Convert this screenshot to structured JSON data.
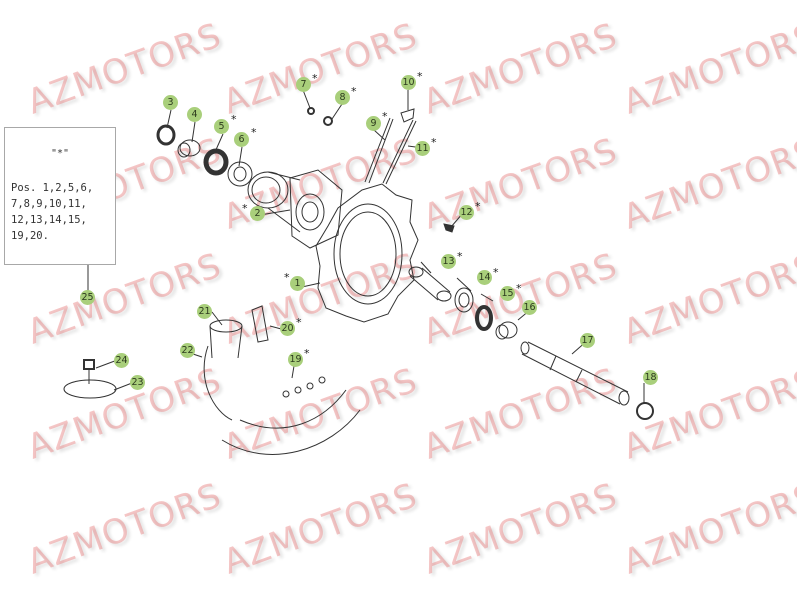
{
  "diagram": {
    "type": "exploded-parts-diagram",
    "subject": "front wheel hub assembly",
    "watermark": "AZMOTORS",
    "note_box": {
      "title": "\"*\"",
      "lines": [
        "Pos. 1,2,5,6,",
        "7,8,9,10,11,",
        "12,13,14,15,",
        "19,20."
      ],
      "callout": "25"
    },
    "callouts": [
      {
        "num": "1",
        "starred": true
      },
      {
        "num": "2",
        "starred": true
      },
      {
        "num": "3",
        "starred": false
      },
      {
        "num": "4",
        "starred": false
      },
      {
        "num": "5",
        "starred": true
      },
      {
        "num": "6",
        "starred": true
      },
      {
        "num": "7",
        "starred": true
      },
      {
        "num": "8",
        "starred": true
      },
      {
        "num": "9",
        "starred": true
      },
      {
        "num": "10",
        "starred": true
      },
      {
        "num": "11",
        "starred": true
      },
      {
        "num": "12",
        "starred": true
      },
      {
        "num": "13",
        "starred": true
      },
      {
        "num": "14",
        "starred": true
      },
      {
        "num": "15",
        "starred": true
      },
      {
        "num": "16",
        "starred": false
      },
      {
        "num": "17",
        "starred": false
      },
      {
        "num": "18",
        "starred": false
      },
      {
        "num": "19",
        "starred": true
      },
      {
        "num": "20",
        "starred": true
      },
      {
        "num": "21",
        "starred": false
      },
      {
        "num": "22",
        "starred": false
      },
      {
        "num": "23",
        "starred": false
      },
      {
        "num": "24",
        "starred": false
      },
      {
        "num": "25",
        "starred": false
      }
    ],
    "colors": {
      "callout_fill": "#a9cf7b",
      "callout_text": "#2d3b1e",
      "watermark": "#e87878",
      "line": "#333333"
    }
  }
}
